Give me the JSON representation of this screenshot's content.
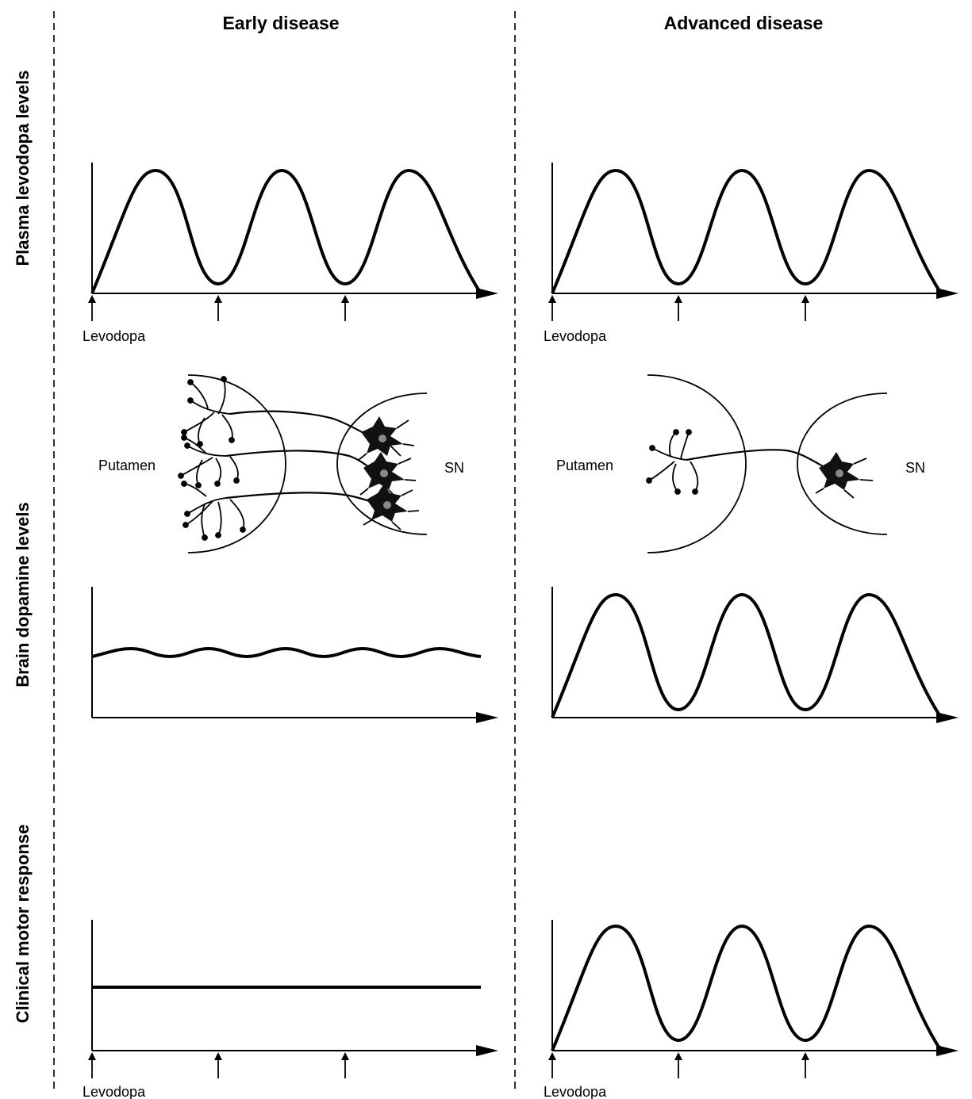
{
  "columns": {
    "early": "Early disease",
    "advanced": "Advanced disease"
  },
  "rows": {
    "plasma": "Plasma levodopa levels",
    "brain": "Brain dopamine levels",
    "clinical": "Clinical motor response"
  },
  "labels": {
    "levodopa": "Levodopa",
    "putamen": "Putamen",
    "sn": "SN"
  },
  "panels": {
    "plasma_early": {
      "pattern": "large oscillation",
      "peaks": 3
    },
    "plasma_advanced": {
      "pattern": "large oscillation",
      "peaks": 3
    },
    "brain_early": {
      "pattern": "small oscillation",
      "peaks": 5
    },
    "brain_advanced": {
      "pattern": "large oscillation",
      "peaks": 3
    },
    "clinical_early": {
      "pattern": "flat"
    },
    "clinical_advanced": {
      "pattern": "large oscillation",
      "peaks": 3
    }
  },
  "neurons": {
    "early": 3,
    "advanced": 1
  },
  "levodopa_doses": 3
}
